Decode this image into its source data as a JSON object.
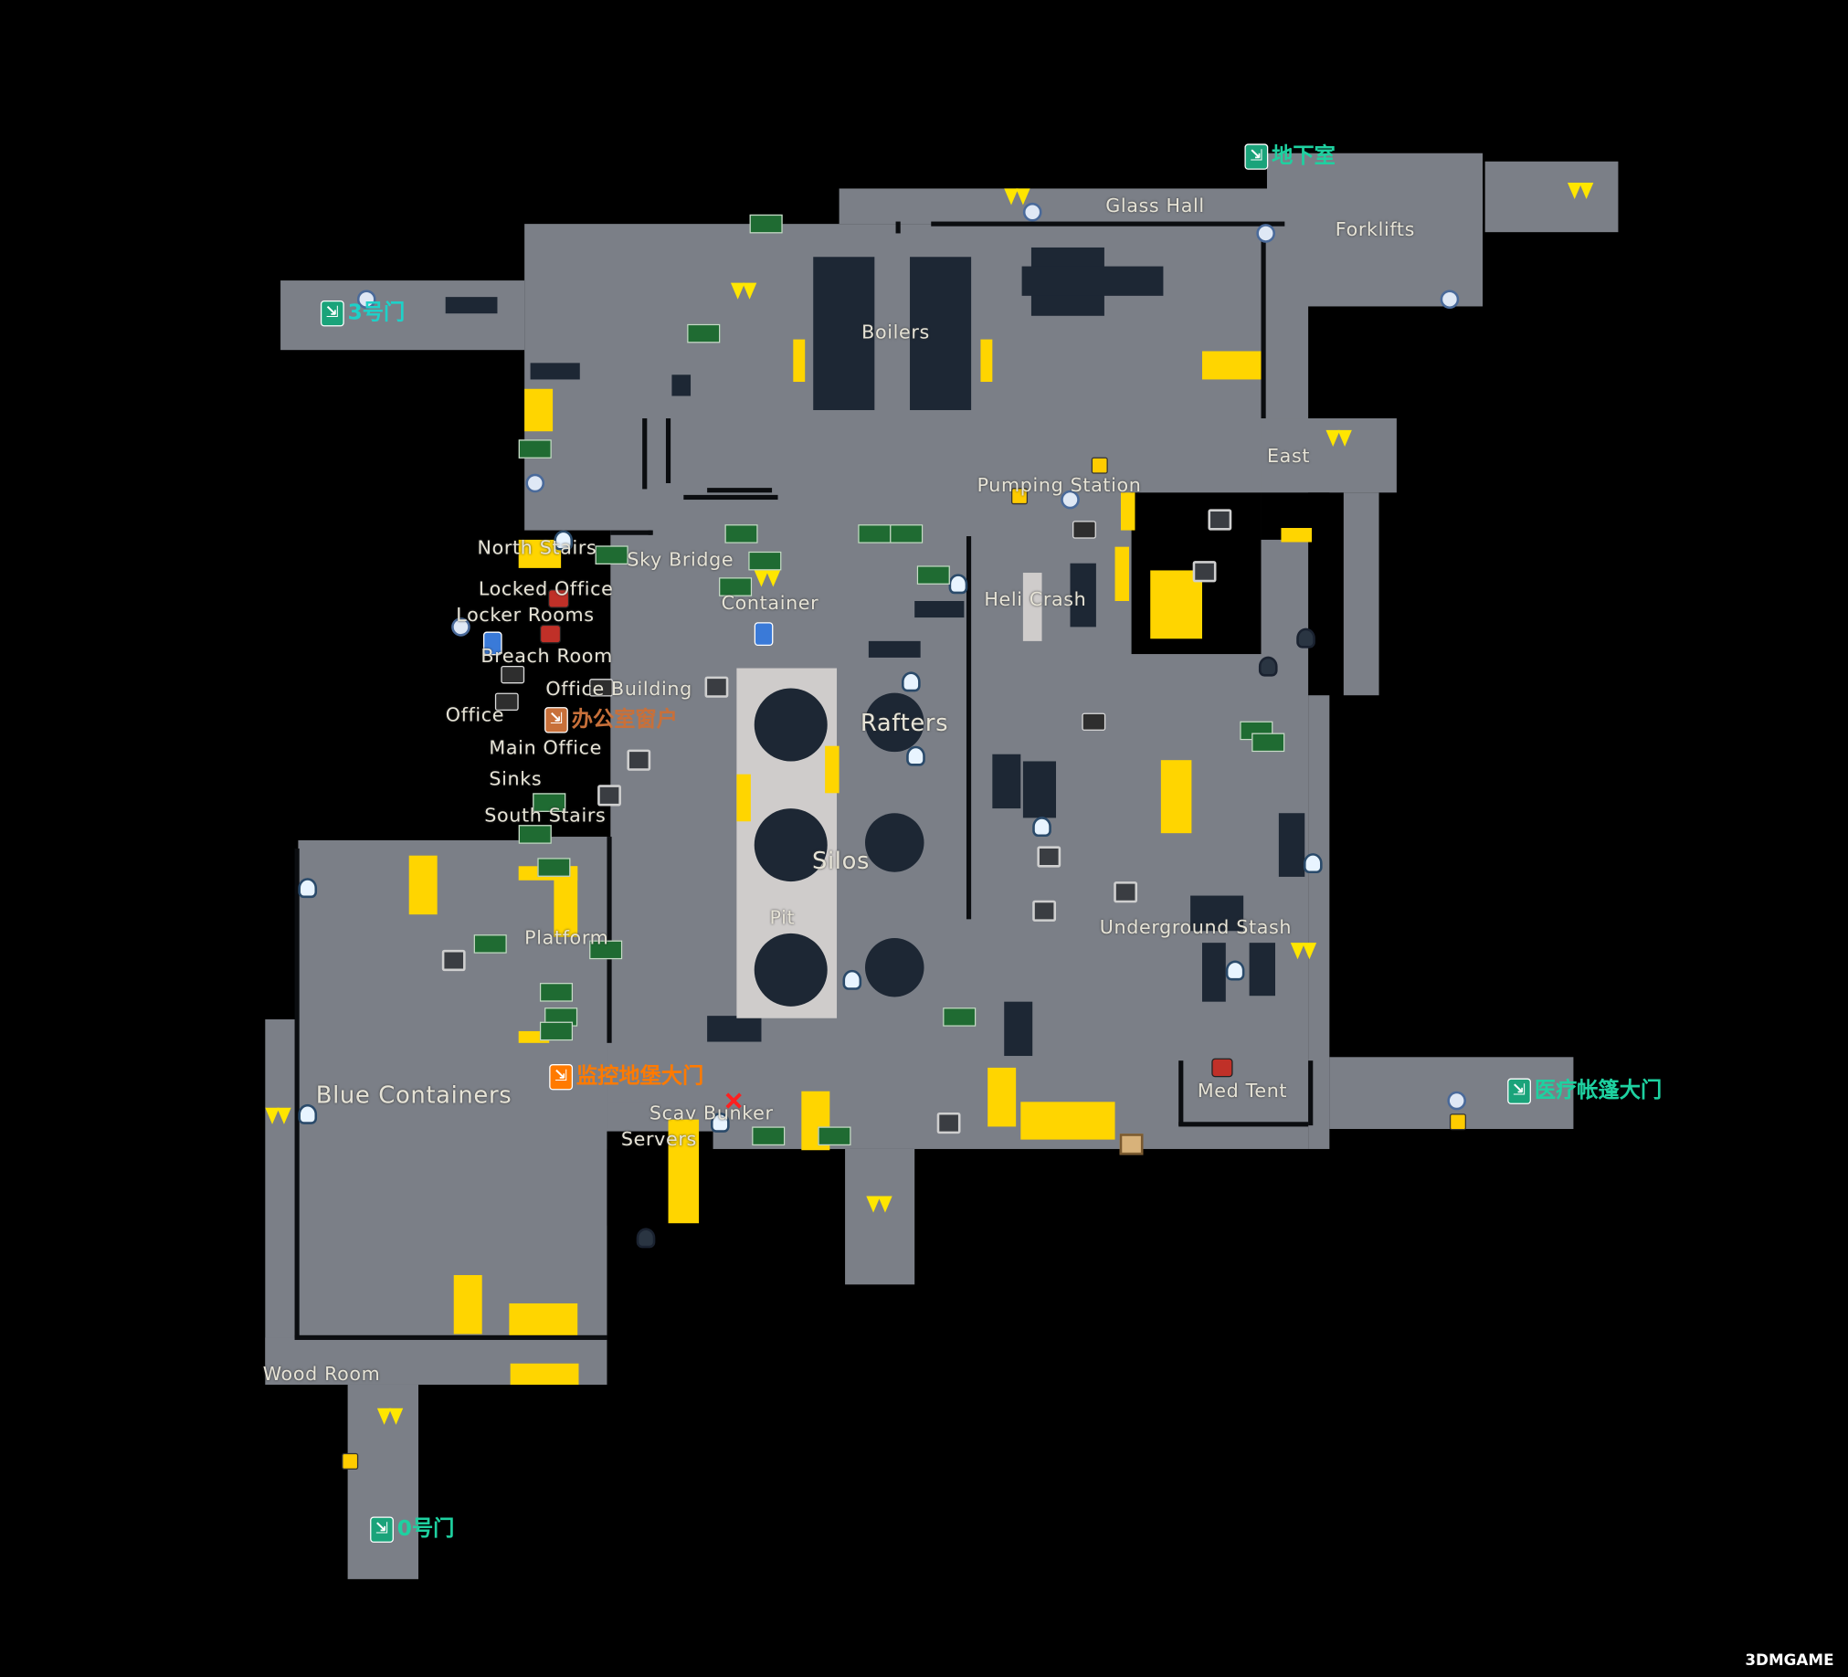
{
  "map": {
    "areas": {
      "glass_hall": "Glass Hall",
      "forklifts": "Forklifts",
      "boilers": "Boilers",
      "east": "East",
      "pumping_station": "Pumping Station",
      "north_stairs": "North Stairs",
      "sky_bridge": "Sky Bridge",
      "locked_office": "Locked Office",
      "locker_rooms": "Locker Rooms",
      "container": "Container",
      "heli_crash": "Heli Crash",
      "breach_room": "Breach Room",
      "office_building": "Office Building",
      "office": "Office",
      "rafters": "Rafters",
      "main_office": "Main Office",
      "sinks": "Sinks",
      "south_stairs": "South Stairs",
      "silos": "Silos",
      "pit": "Pit",
      "platform": "Platform",
      "underground_stash": "Underground Stash",
      "blue_containers": "Blue Containers",
      "scav_bunker": "Scav Bunker",
      "servers": "Servers",
      "med_tent": "Med Tent",
      "wood_room": "Wood Room"
    },
    "exits": {
      "basement": "地下室",
      "gate_3": "3号门",
      "office_window": "办公室窗户",
      "bunker_gate": "监控地堡大门",
      "med_tent_gate": "医疗帐篷大门",
      "gate_0": "0号门"
    },
    "colors": {
      "exit_pmc": "#1ed1a0",
      "exit_scav": "#ff7a00",
      "floor": "#7b7f87",
      "obstacle": "#1d2734",
      "highlight": "#ffd500"
    },
    "watermark": "3DMGAME"
  }
}
